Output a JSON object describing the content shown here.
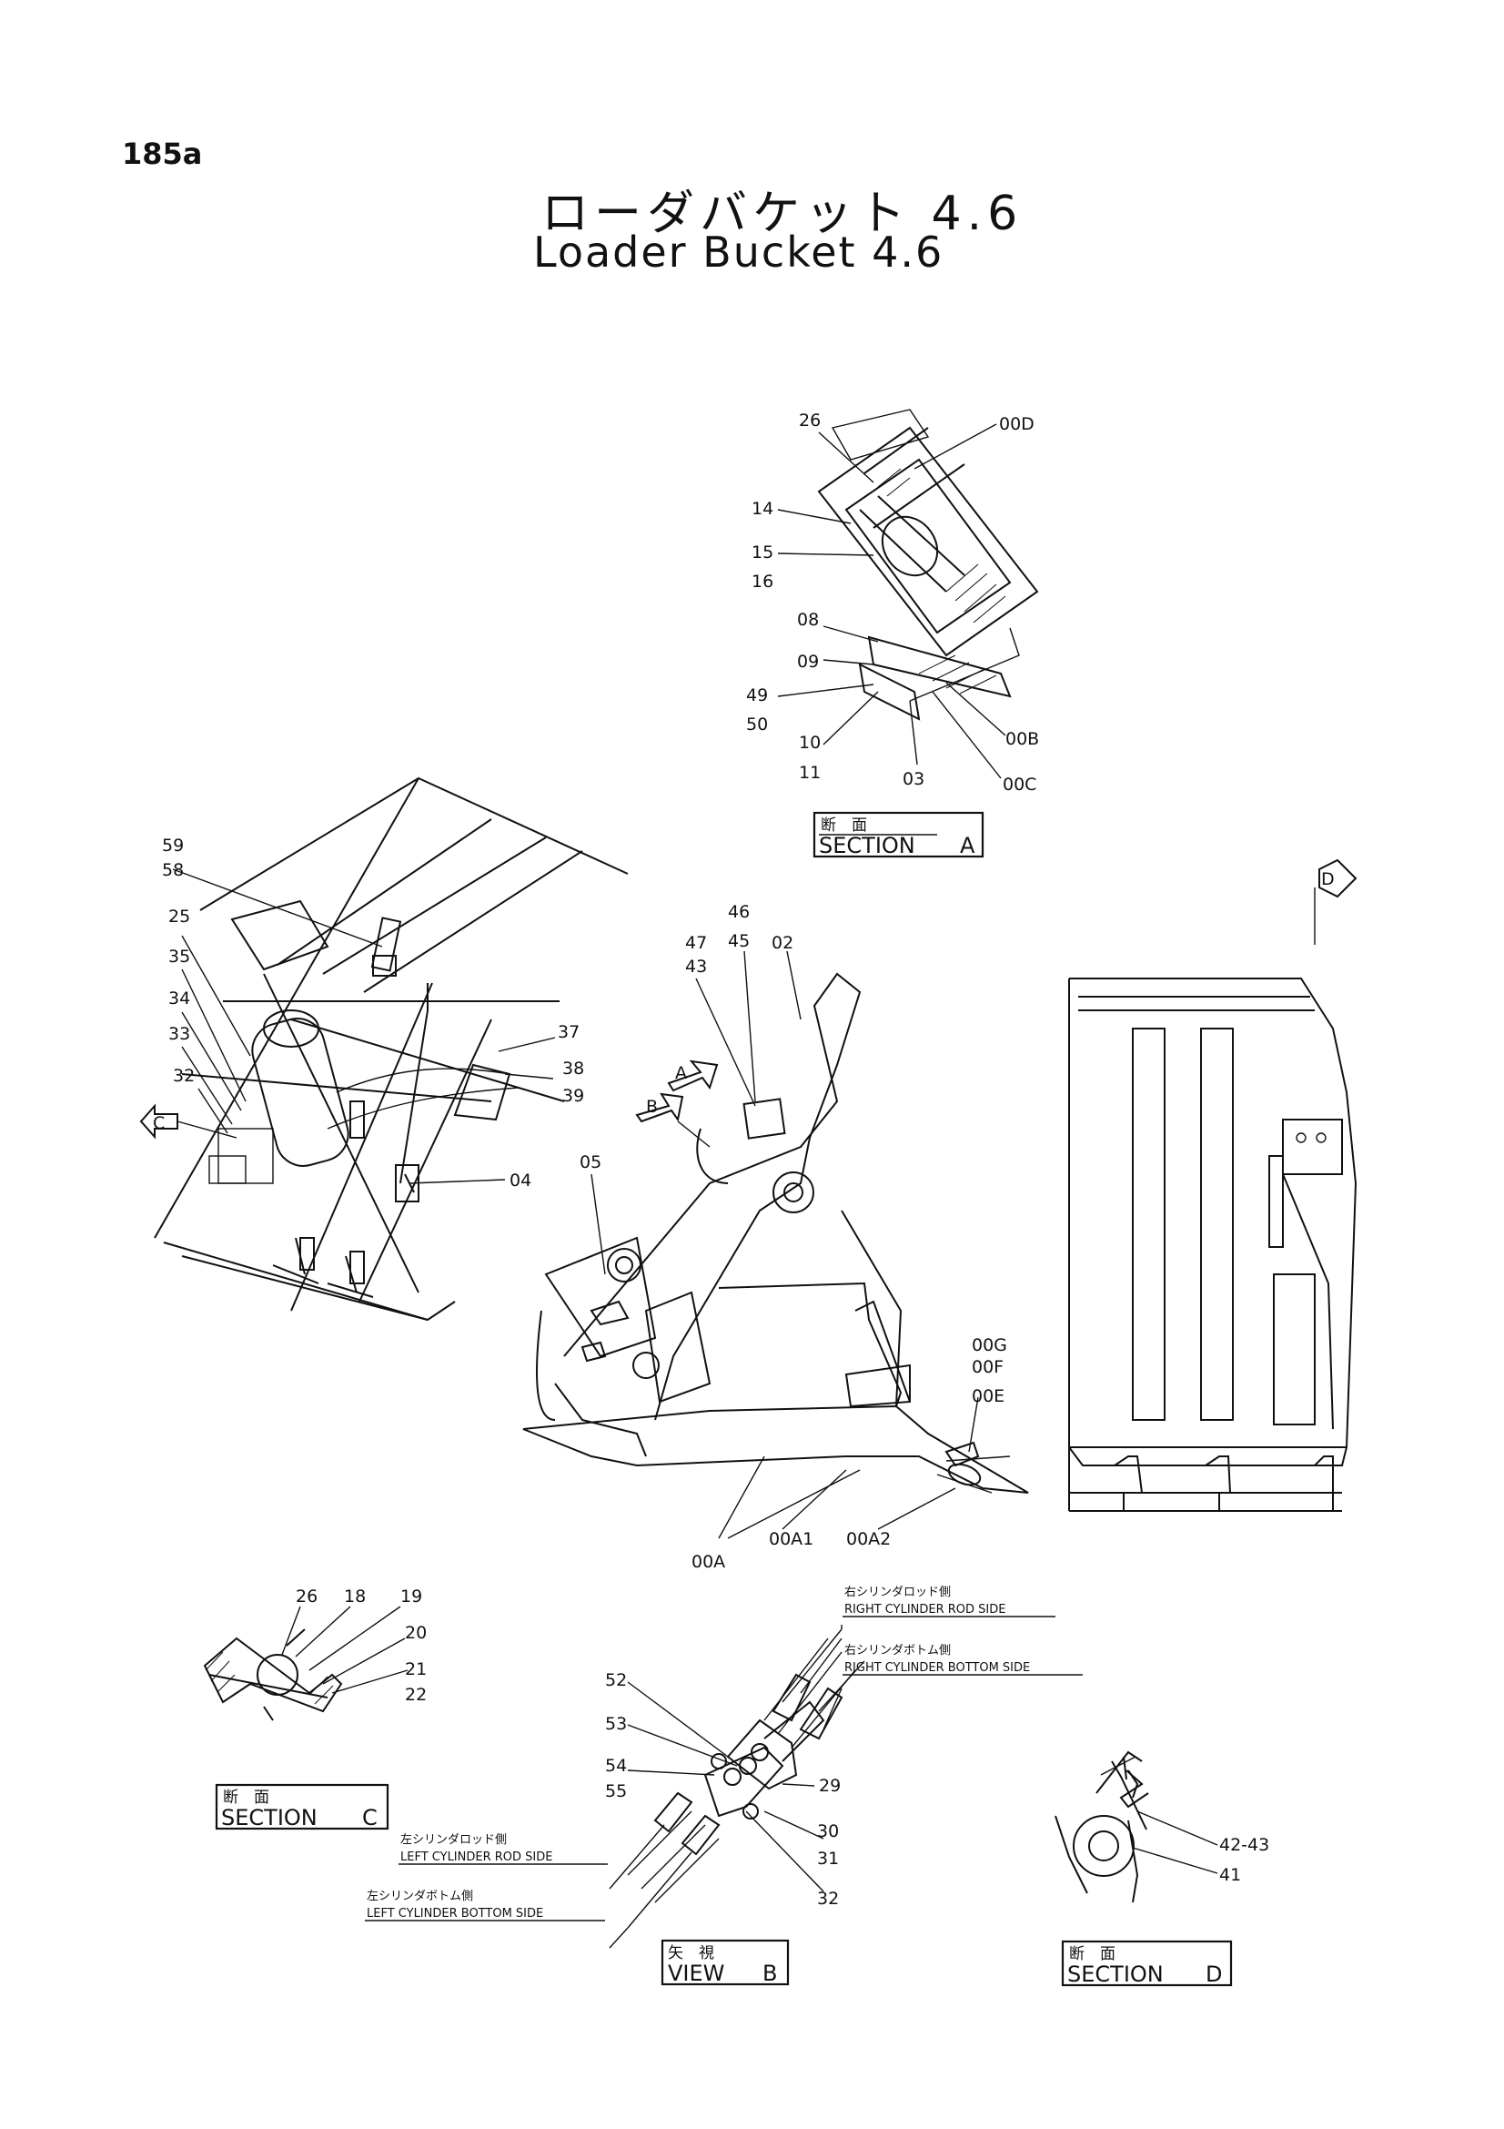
{
  "page_code": "185a",
  "title_jp": "ローダバケット 4.6",
  "title_en": "Loader Bucket 4.6",
  "views": {
    "section_a": {
      "kanji": "断　面",
      "label": "SECTION",
      "letter": "A"
    },
    "section_c": {
      "kanji": "断　面",
      "label": "SECTION",
      "letter": "C"
    },
    "section_d": {
      "kanji": "断　面",
      "label": "SECTION",
      "letter": "D"
    },
    "view_b": {
      "kanji": "矢　視",
      "label": "VIEW",
      "letter": "B"
    }
  },
  "view_arrows": {
    "a": "A",
    "b": "B",
    "c": "C",
    "d": "D"
  },
  "hose_labels": {
    "right_rod_jp": "右シリンダロッド側",
    "right_rod": "RIGHT CYLINDER ROD SIDE",
    "right_bottom_jp": "右シリンダボトム側",
    "right_bottom": "RIGHT CYLINDER BOTTOM SIDE",
    "left_rod_jp": "左シリンダロッド側",
    "left_rod": "LEFT CYLINDER ROD SIDE",
    "left_bottom_jp": "左シリンダボトム側",
    "left_bottom": "LEFT CYLINDER BOTTOM SIDE"
  },
  "section_a_parts": {
    "p26": "26",
    "p00d": "00D",
    "p14": "14",
    "p15_16": "15",
    "p16": "16",
    "p08": "08",
    "p09": "09",
    "p49": "49",
    "p50": "50",
    "p10": "10",
    "p11": "11",
    "p03": "03",
    "p00b": "00B",
    "p00c": "00C"
  },
  "side_parts": {
    "p59": "59",
    "p58": "58",
    "p25": "25",
    "p35": "35",
    "p34": "34",
    "p33": "33",
    "p32": "32",
    "p37": "37",
    "p38": "38",
    "p39": "39",
    "p04": "04"
  },
  "bucket_parts": {
    "p46": "46",
    "p45": "45",
    "p47": "47",
    "p43": "43",
    "p02": "02",
    "p05": "05",
    "p00g": "00G",
    "p00f": "00F",
    "p00e": "00E",
    "p00a": "00A",
    "p00a1": "00A1",
    "p00a2": "00A2"
  },
  "section_c_parts": {
    "p26": "26",
    "p18": "18",
    "p19": "19",
    "p20": "20",
    "p21": "21",
    "p22": "22"
  },
  "view_b_parts": {
    "p52": "52",
    "p53": "53",
    "p54": "54",
    "p55": "55",
    "p29": "29",
    "p30": "30",
    "p31": "31",
    "p32": "32"
  },
  "section_d_parts": {
    "p42_43": "42-43",
    "p41": "41"
  }
}
